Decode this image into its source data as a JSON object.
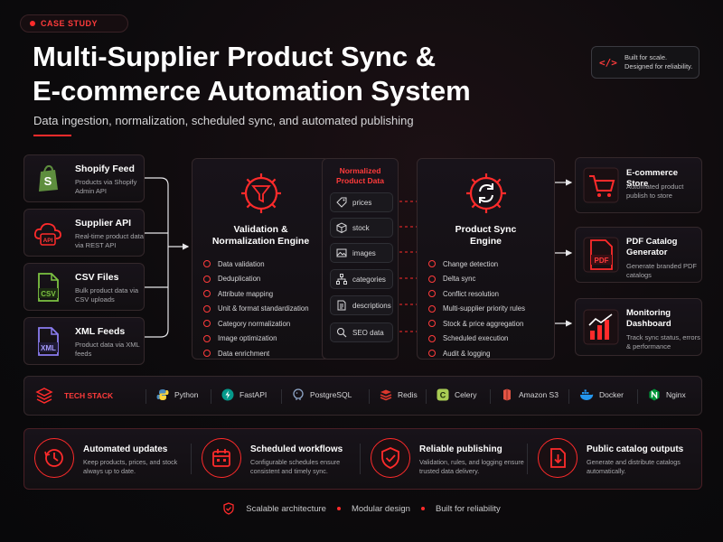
{
  "header": {
    "badge": "CASE STUDY",
    "title_line1": "Multi-Supplier Product Sync &",
    "title_line2": "E-commerce Automation System",
    "subtitle": "Data ingestion, normalization, scheduled sync, and automated publishing",
    "tagline_line1": "Built for scale.",
    "tagline_line2": "Designed for reliability.",
    "tagline_icon": "</>"
  },
  "sources": [
    {
      "name": "Shopify Feed",
      "desc": "Products via Shopify Admin API",
      "icon": "shopify-icon"
    },
    {
      "name": "Supplier API",
      "desc": "Real-time product data via REST API",
      "icon": "cloud-api-icon"
    },
    {
      "name": "CSV Files",
      "desc": "Bulk product data via CSV uploads",
      "icon": "csv-file-icon"
    },
    {
      "name": "XML Feeds",
      "desc": "Product data via XML feeds",
      "icon": "xml-file-icon"
    }
  ],
  "validation": {
    "title_line1": "Validation &",
    "title_line2": "Normalization Engine",
    "items": [
      "Data validation",
      "Deduplication",
      "Attribute mapping",
      "Unit & format standardization",
      "Category normalization",
      "Image optimization",
      "Data enrichment"
    ]
  },
  "normalized": {
    "title_line1": "Normalized",
    "title_line2": "Product Data",
    "items": [
      "prices",
      "stock",
      "images",
      "categories",
      "descriptions",
      "SEO data"
    ]
  },
  "sync": {
    "title_line1": "Product Sync",
    "title_line2": "Engine",
    "items": [
      "Change detection",
      "Delta sync",
      "Conflict resolution",
      "Multi-supplier priority rules",
      "Stock & price aggregation",
      "Scheduled execution",
      "Audit & logging"
    ]
  },
  "outputs": [
    {
      "name_line1": "E-commerce Store",
      "name_line2": "",
      "desc": "Automated product publish to store",
      "icon": "cart-icon"
    },
    {
      "name_line1": "PDF Catalog",
      "name_line2": "Generator",
      "desc": "Generate branded PDF catalogs",
      "icon": "pdf-icon"
    },
    {
      "name_line1": "Monitoring",
      "name_line2": "Dashboard",
      "desc": "Track sync status, errors & performance",
      "icon": "dashboard-icon"
    }
  ],
  "tech_stack": {
    "label": "TECH STACK",
    "tools": [
      {
        "name": "Python",
        "color": "#4b8bbe"
      },
      {
        "name": "FastAPI",
        "color": "#05998b"
      },
      {
        "name": "PostgreSQL",
        "color": "#8fa7c9"
      },
      {
        "name": "Redis",
        "color": "#dc382d"
      },
      {
        "name": "Celery",
        "color": "#a9cc54"
      },
      {
        "name": "Amazon S3",
        "color": "#e25444"
      },
      {
        "name": "Docker",
        "color": "#2496ed"
      },
      {
        "name": "Nginx",
        "color": "#009639"
      }
    ]
  },
  "features": [
    {
      "name": "Automated updates",
      "desc": "Keep products, prices, and stock always up to date.",
      "icon": "clock-icon"
    },
    {
      "name": "Scheduled workflows",
      "desc": "Configurable schedules ensure consistent and timely sync.",
      "icon": "calendar-icon"
    },
    {
      "name": "Reliable publishing",
      "desc": "Validation, rules, and logging ensure trusted data delivery.",
      "icon": "shield-check-icon"
    },
    {
      "name": "Public catalog outputs",
      "desc": "Generate and distribute catalogs automatically.",
      "icon": "download-doc-icon"
    }
  ],
  "footer": [
    "Scalable architecture",
    "Modular design",
    "Built for reliability"
  ],
  "colors": {
    "accent": "#ff2b2b",
    "background": "#0d0b0d",
    "card_border": "#34282b"
  }
}
